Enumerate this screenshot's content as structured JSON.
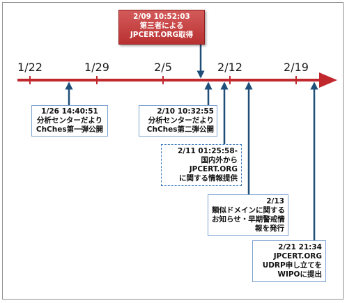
{
  "timeline": {
    "ticks": [
      "1/22",
      "1/29",
      "2/5",
      "2/12",
      "2/19"
    ]
  },
  "events": [
    {
      "id": "ev1",
      "lines": [
        "1/26 14:40:51",
        "分析センターだより",
        "ChChes第一弾公開"
      ]
    },
    {
      "id": "ev2",
      "lines": [
        "2/09 10:52:03",
        "第三者による",
        "JPCERT.ORG取得"
      ]
    },
    {
      "id": "ev3",
      "lines": [
        "2/10 10:32:55",
        "分析センターだより",
        "ChChes第二弾公開"
      ]
    },
    {
      "id": "ev4",
      "lines": [
        "2/11 01:25:58-",
        "国内外から",
        "JPCERT.ORG",
        "に関する情報提供"
      ]
    },
    {
      "id": "ev5",
      "lines": [
        "2/13",
        "類似ドメインに関する",
        "お知らせ・早期警戒情",
        "報を発行"
      ]
    },
    {
      "id": "ev6",
      "lines": [
        "2/21 21:34",
        "JPCERT.ORG",
        "UDRP申し立てを",
        "WIPOに提出"
      ]
    }
  ],
  "colors": {
    "timeline_red": "#c0282d",
    "arrow_blue": "#1f4e79",
    "box_border_blue": "#7da2cf",
    "highlight_fill": "#c0393b"
  }
}
